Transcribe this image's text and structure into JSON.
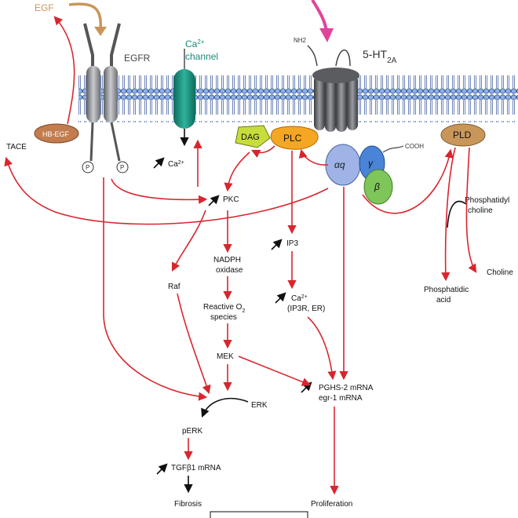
{
  "colors": {
    "arrow_red": "#d8262e",
    "membrane_blue": "#3f5fa8",
    "egf_tan": "#c9965a",
    "channel_teal": "#1a8a78",
    "receptor_gray": "#8d8f93",
    "dag_green": "#c8dd3c",
    "plc_orange": "#f5a623",
    "pld_tan": "#c9965a",
    "hbegf_brown": "#c27c4e",
    "serotonin_magenta": "#e0459a"
  },
  "labels": {
    "egf": "EGF",
    "egfr": "EGFR",
    "ca_channel_1": "Ca",
    "ca_channel_sup": "2+",
    "ca_channel_2": "channel",
    "nh2": "NH2",
    "receptor_main": "5-HT",
    "receptor_sub": "2A",
    "hbegf": "HB-EGF",
    "tace": "TACE",
    "p1": "P",
    "p2": "P",
    "ca_in": "Ca",
    "ca_in_sup": "2+",
    "dag": "DAG",
    "plc": "PLC",
    "alpha_q": "αq",
    "gamma": "γ",
    "beta": "β",
    "cooh": "COOH",
    "pld": "PLD",
    "pkc": "PKC",
    "ip3": "IP3",
    "nadph_1": "NADPH",
    "nadph_2": "oxidase",
    "phosphatidyl_1": "Phosphatidyl",
    "phosphatidyl_2": "choline",
    "choline": "Choline",
    "phosphatidic_1": "Phosphatidic",
    "phosphatidic_2": "acid",
    "raf": "Raf",
    "ros_1": "Reactive O",
    "ros_sub": "2",
    "ros_2": "species",
    "ca_er_1": "Ca",
    "ca_er_sup": "2+",
    "ca_er_2": "(IP3R, ER)",
    "mek": "MEK",
    "pghs_1": "PGHS-2 mRNA",
    "pghs_2": "egr-1 mRNA",
    "erk": "ERK",
    "perk": "pERK",
    "tgf": "TGFβ1 mRNA",
    "fibrosis": "Fibrosis",
    "proliferation": "Proliferation"
  }
}
